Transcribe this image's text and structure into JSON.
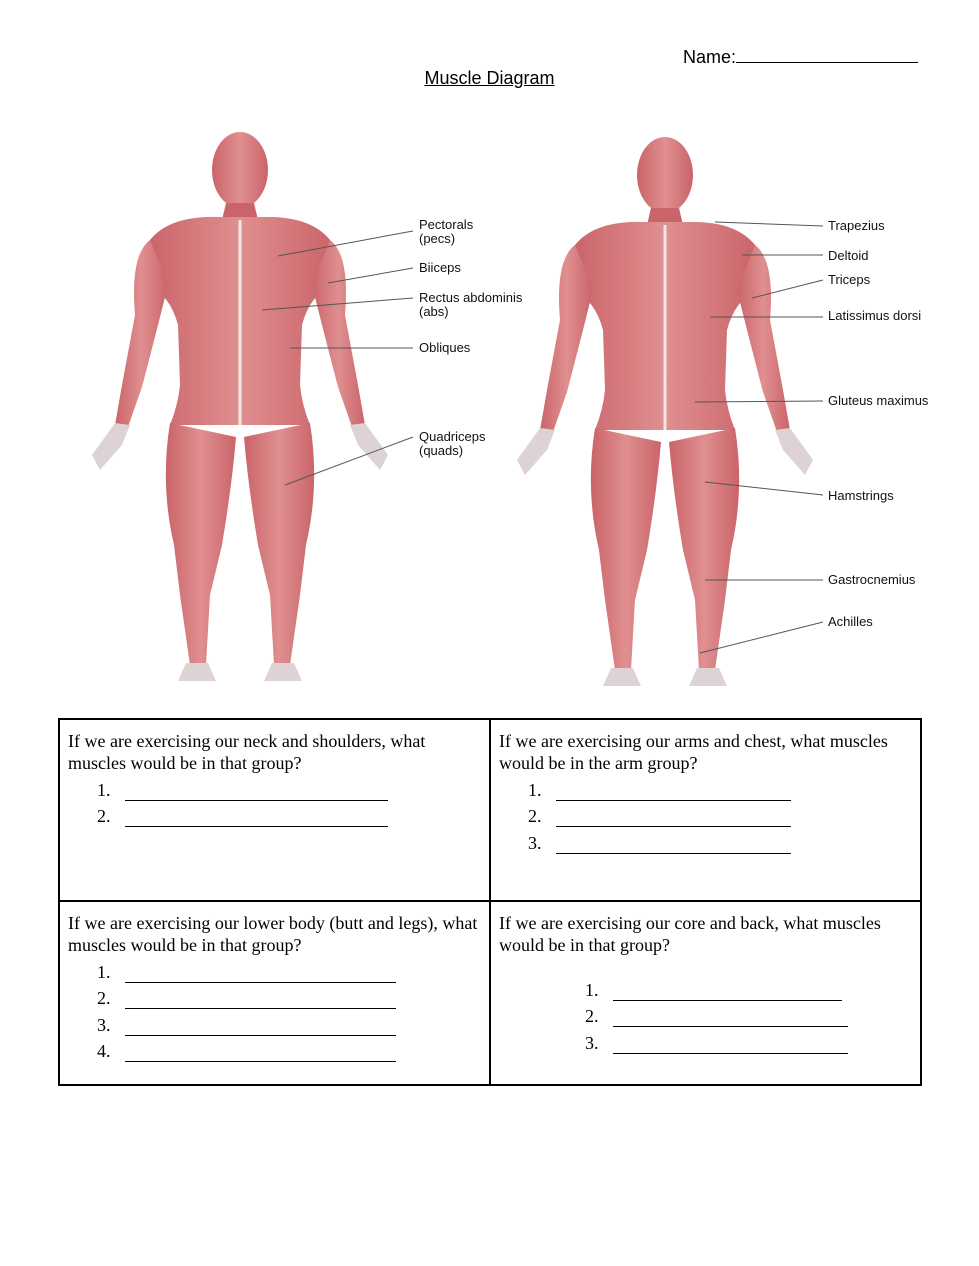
{
  "header": {
    "name_label": "Name:",
    "title": "Muscle Diagram"
  },
  "front_labels": [
    {
      "text": "Pectorals",
      "sub": "(pecs)"
    },
    {
      "text": "Biiceps",
      "sub": ""
    },
    {
      "text": "Rectus abdominis",
      "sub": "(abs)"
    },
    {
      "text": "Obliques",
      "sub": ""
    },
    {
      "text": "Quadriceps",
      "sub": "(quads)"
    }
  ],
  "back_labels": [
    {
      "text": "Trapezius"
    },
    {
      "text": "Deltoid"
    },
    {
      "text": "Triceps"
    },
    {
      "text": "Latissimus dorsi"
    },
    {
      "text": "Gluteus maximus"
    },
    {
      "text": "Hamstrings"
    },
    {
      "text": "Gastrocnemius"
    },
    {
      "text": "Achilles"
    }
  ],
  "questions": [
    {
      "prompt": "If we are exercising our neck and shoulders, what muscles would be in that  group?",
      "numbers": [
        "1.",
        "2."
      ]
    },
    {
      "prompt": "If we are exercising our arms and chest, what muscles would be in the arm group?",
      "numbers": [
        "1.",
        "2.",
        "3."
      ]
    },
    {
      "prompt": "If  we are exercising our lower body (butt and legs), what muscles would be in that group?",
      "numbers": [
        "1.",
        "2.",
        "3.",
        "4."
      ]
    },
    {
      "prompt": "If we are exercising our core and back, what muscles would be in that group?",
      "numbers": [
        "1.",
        "2.",
        "3."
      ]
    }
  ],
  "colors": {
    "muscle": "#d7797b",
    "muscle_dark": "#b9585c",
    "tendon": "#efe3e0"
  }
}
